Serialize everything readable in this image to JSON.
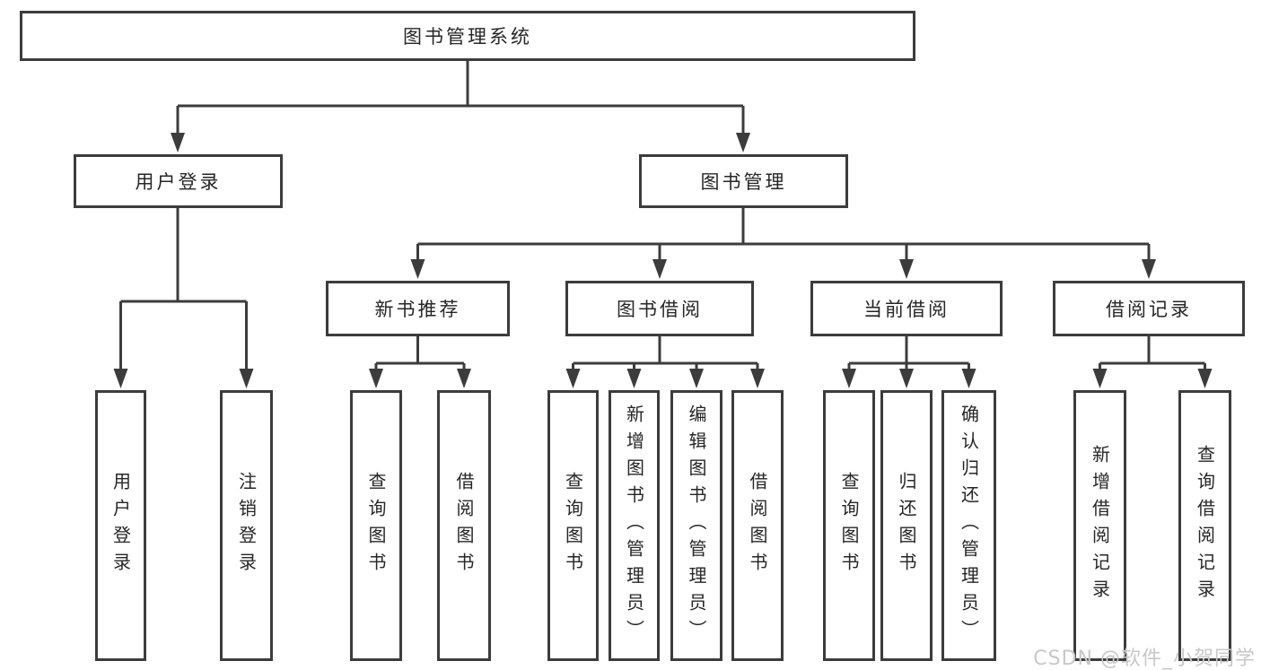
{
  "diagram": {
    "root": {
      "label": "图书管理系统"
    },
    "level2": [
      {
        "label": "用户登录"
      },
      {
        "label": "图书管理"
      }
    ],
    "level3": [
      {
        "label": "新书推荐"
      },
      {
        "label": "图书借阅"
      },
      {
        "label": "当前借阅"
      },
      {
        "label": "借阅记录"
      }
    ],
    "leaves": [
      {
        "label": "用户登录"
      },
      {
        "label": "注销登录"
      },
      {
        "label": "查询图书"
      },
      {
        "label": "借阅图书"
      },
      {
        "label": "查询图书"
      },
      {
        "label": "新增图书（管理员）"
      },
      {
        "label": "编辑图书（管理员）"
      },
      {
        "label": "借阅图书"
      },
      {
        "label": "查询图书"
      },
      {
        "label": "归还图书"
      },
      {
        "label": "确认归还（管理员）"
      },
      {
        "label": "新增借阅记录"
      },
      {
        "label": "查询借阅记录"
      }
    ],
    "watermark": "CSDN @软件_小贺同学",
    "colors": {
      "line": "#3c3c3c",
      "text": "#262626",
      "background": "#ffffff",
      "watermark": "#c8c8c8"
    }
  }
}
